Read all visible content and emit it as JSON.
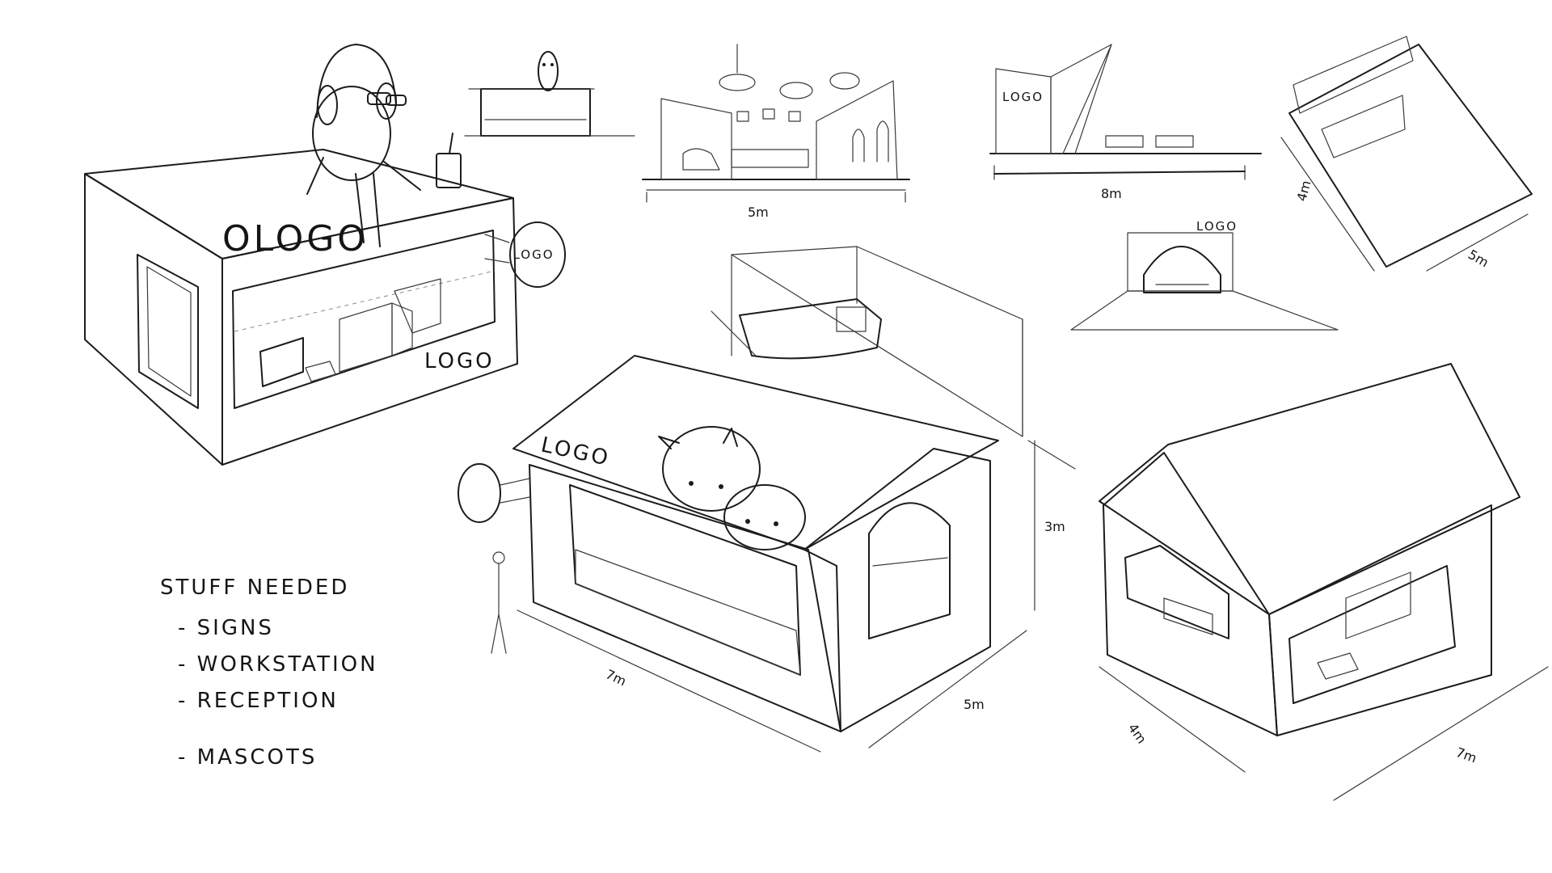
{
  "logos": {
    "box_booth_top": "OLOGO",
    "box_booth_counter": "LOGO",
    "box_booth_sign": "LOGO",
    "house_roof": "LOGO",
    "reception_sketch": "LOGO",
    "arch_sketch": "LOGO"
  },
  "dimensions": {
    "lounge_width": "5m",
    "reception_width": "8m",
    "top_view_depth": "4m",
    "top_view_width": "5m",
    "house_height": "3m",
    "house_length": "7m",
    "house_width": "5m",
    "right_house_depth": "4m",
    "right_house_length": "7m"
  },
  "notes": {
    "title": "STUFF NEEDED",
    "items": [
      "- SIGNS",
      "- WORKSTATION",
      "- RECEPTION",
      "- MASCOTS"
    ]
  },
  "colors": {
    "ink": "#1c1c1c",
    "shade": "#c9c9c9",
    "shade_dark": "#9a9a9a",
    "paper": "#ffffff"
  }
}
